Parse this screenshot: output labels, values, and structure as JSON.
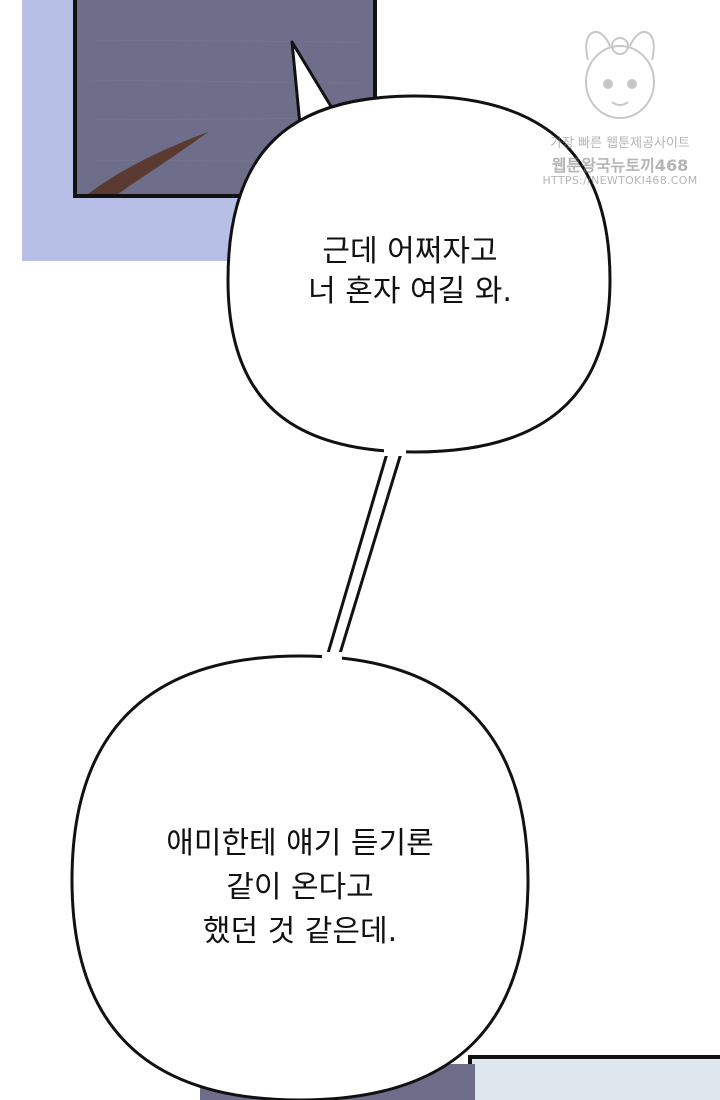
{
  "bubbles": [
    {
      "lines": [
        "근데 어쩌자고",
        "너 혼자 여길 와."
      ]
    },
    {
      "lines": [
        "애미한테 얘기 듣기론",
        "같이 온다고",
        "했던 것 같은데."
      ]
    }
  ],
  "watermark": {
    "line1": "가장 빠른 웹툰제공사이트",
    "line2": "웹툰왕국뉴토끼468",
    "line3": "HTTPS://NEWTOKI468.COM"
  },
  "colors": {
    "sky_blue": "#b7bfe6",
    "panel_dark": "#6e6e8a",
    "panel_border": "#111111",
    "bubble_fill": "#ffffff",
    "bubble_stroke": "#111111",
    "bottom_panel": "#dfe7ee"
  }
}
